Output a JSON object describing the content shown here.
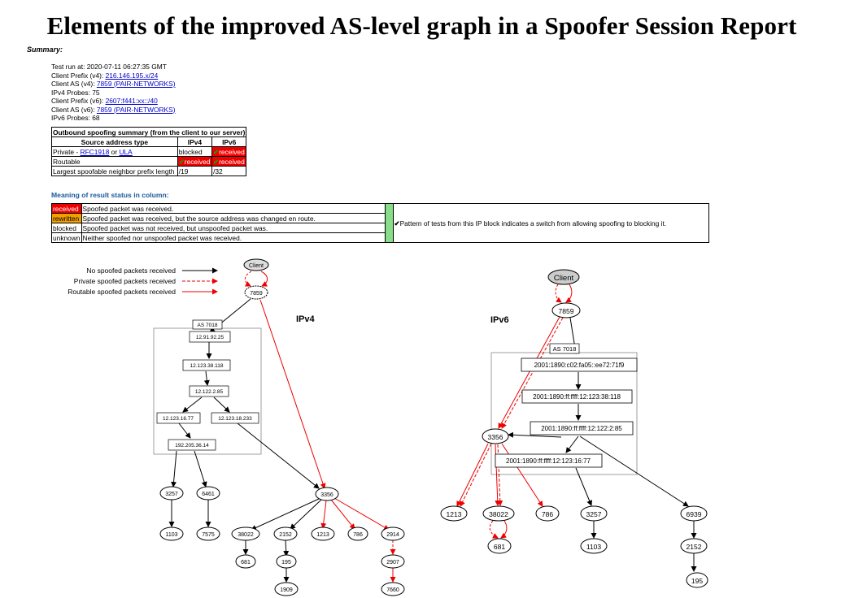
{
  "title": "Elements of the improved AS-level graph in a Spoofer Session Report",
  "summary_heading": "Summary:",
  "info": {
    "test_run": "Test run at: 2020-07-11 06:27:35 GMT",
    "client_prefix_v4_label": "Client Prefix (v4): ",
    "client_prefix_v4_link": "216.146.195.x/24",
    "client_as_v4_label": "Client AS (v4): ",
    "client_as_v4_link": "7859 (PAIR-NETWORKS)",
    "ipv4_probes": "IPv4 Probes: 75",
    "client_prefix_v6_label": "Client Prefix (v6): ",
    "client_prefix_v6_link": "2607:f441:xx::/40",
    "client_as_v6_label": "Client AS (v6): ",
    "client_as_v6_link": "7859 (PAIR-NETWORKS)",
    "ipv6_probes": "IPv6 Probes: 68"
  },
  "outbound": {
    "caption": "Outbound spoofing summary (from the client to our server)",
    "headers": [
      "Source address type",
      "IPv4",
      "IPv6"
    ],
    "row_private_prefix": "Private - ",
    "row_private_link1": "RFC1918",
    "row_private_or": " or ",
    "row_private_link2": "ULA",
    "row_private_v4": "blocked",
    "row_private_v6": "received",
    "row_routable": "Routable",
    "row_routable_v4": "received",
    "row_routable_v6": "received",
    "row_largest": "Largest spoofable neighbor prefix length",
    "row_largest_v4": "/19",
    "row_largest_v6": "/32",
    "check": "✔"
  },
  "meaning": {
    "heading": "Meaning of result status in column:",
    "rows": [
      {
        "status": "received",
        "text": "Spoofed packet was received."
      },
      {
        "status": "rewritten",
        "text": "Spoofed packet was received, but the source address was changed en route."
      },
      {
        "status": "blocked",
        "text": "Spoofed packet was not received, but unspoofed packet was."
      },
      {
        "status": "unknown",
        "text": "Neither spoofed nor unspoofed packet was received."
      }
    ],
    "check": "✔",
    "pattern_text": "Pattern of tests from this IP block indicates a switch from allowing spoofing to blocking it."
  },
  "graph_legend": {
    "none": "No spoofed packets received",
    "private": "Private spoofed packets received",
    "routable": "Routable spoofed packets received"
  },
  "ipv4": {
    "label": "IPv4",
    "client": "Client",
    "as_client": "7859",
    "as_box": "AS 7018",
    "routers": [
      "12.91.92.25",
      "12.123.38.118",
      "12.122.2.85",
      "12.123.16.77",
      "12.123.18.233",
      "192.205.36.14"
    ],
    "nodes": [
      "3257",
      "6461",
      "3356",
      "1103",
      "7575",
      "38022",
      "2152",
      "1213",
      "786",
      "2914",
      "681",
      "195",
      "2907",
      "1909",
      "7660"
    ]
  },
  "ipv6": {
    "label": "IPv6",
    "client": "Client",
    "as_client": "7859",
    "as_box": "AS 7018",
    "routers": [
      "2001:1890:c02:fa05::ee72:71f9",
      "2001:1890:ff:ffff:12:123:38:118",
      "2001:1890:ff:ffff:12:122:2:85",
      "2001:1890:ff:ffff:12:123:16:77"
    ],
    "nodes": [
      "3356",
      "1213",
      "38022",
      "786",
      "3257",
      "6939",
      "681",
      "1103",
      "2152",
      "195"
    ]
  },
  "colors": {
    "received": "#ee0000",
    "rewritten": "#f0a000",
    "green": "#88dd88",
    "link": "#0000cc",
    "meaning_heading": "#1a5a9a"
  }
}
